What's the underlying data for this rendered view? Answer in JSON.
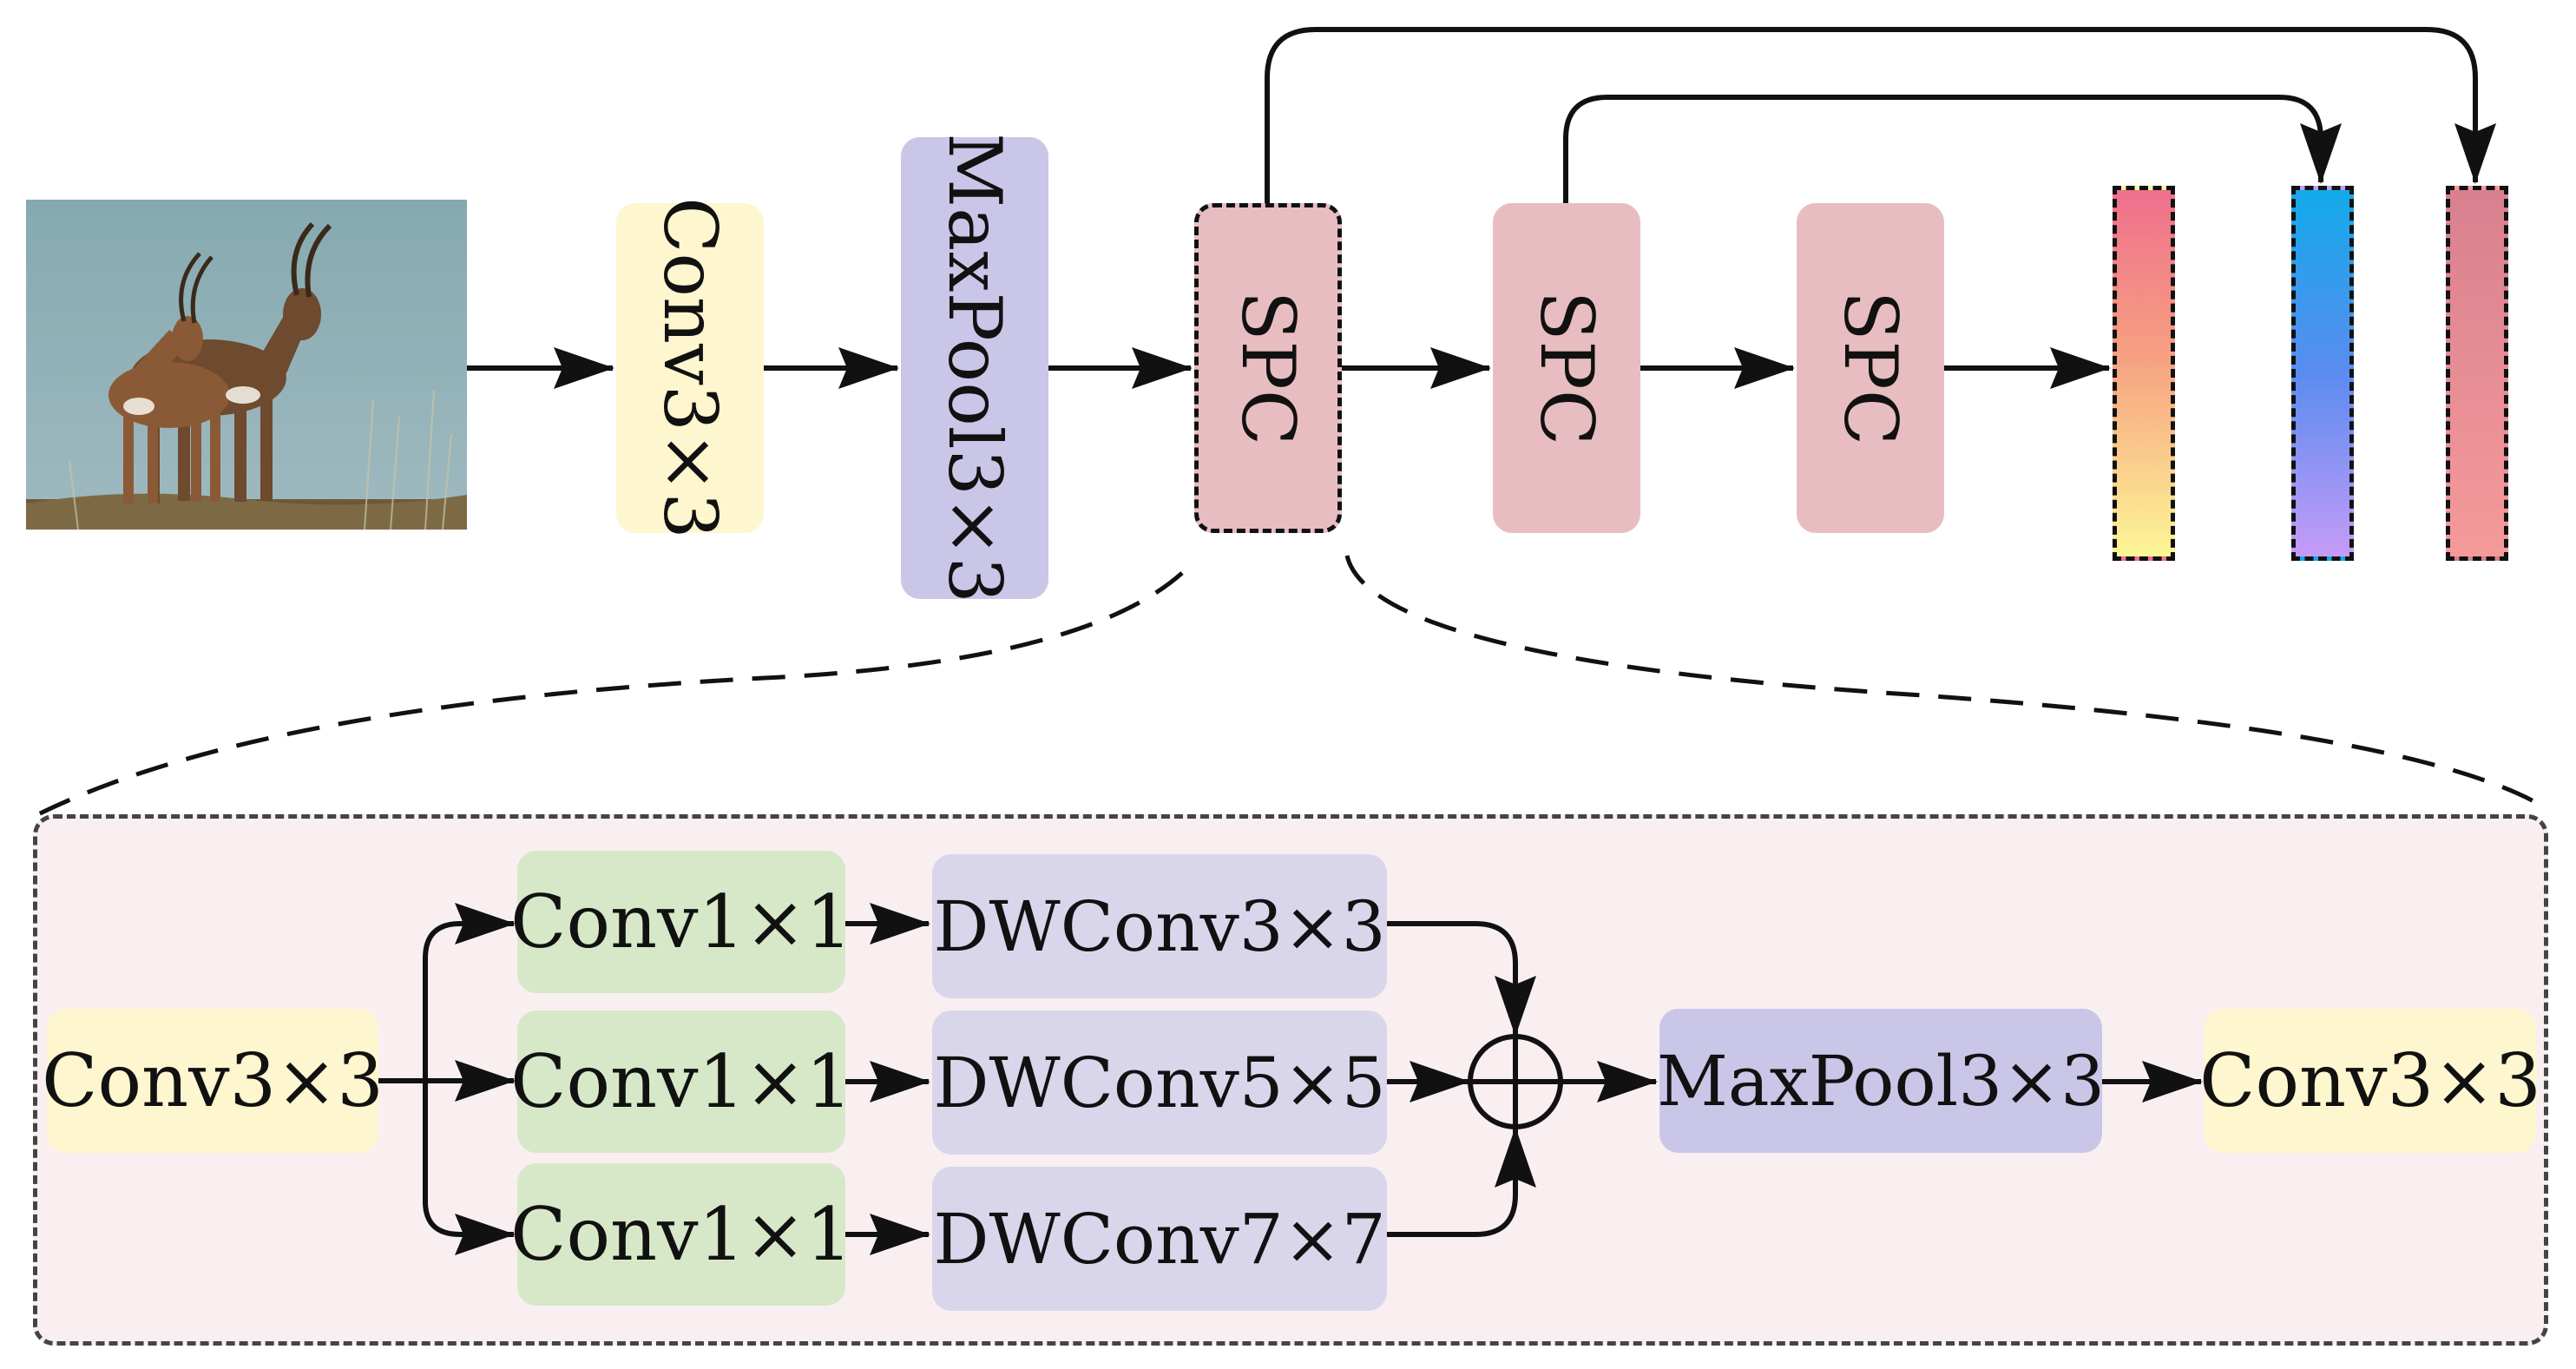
{
  "top": {
    "conv": "Conv3×3",
    "maxpool": "MaxPool3×3",
    "spc_1": "SPC",
    "spc_2": "SPC",
    "spc_3": "SPC"
  },
  "detail": {
    "input_conv": "Conv3×3",
    "branch_1": {
      "conv": "Conv1×1",
      "dwconv": "DWConv3×3"
    },
    "branch_2": {
      "conv": "Conv1×1",
      "dwconv": "DWConv5×5"
    },
    "branch_3": {
      "conv": "Conv1×1",
      "dwconv": "DWConv7×7"
    },
    "maxpool": "MaxPool3×3",
    "output_conv": "Conv3×3"
  },
  "colors": {
    "conv": "#fdf6cf",
    "maxpool": "#c9c6e8",
    "spc": "#e8bdc1",
    "conv1x1": "#d7e8c8",
    "dwconv": "#d9d6ec",
    "panel": "#f9eff0"
  },
  "icons": {
    "input_image": "antelope-photo",
    "sum": "circle-plus-icon"
  }
}
